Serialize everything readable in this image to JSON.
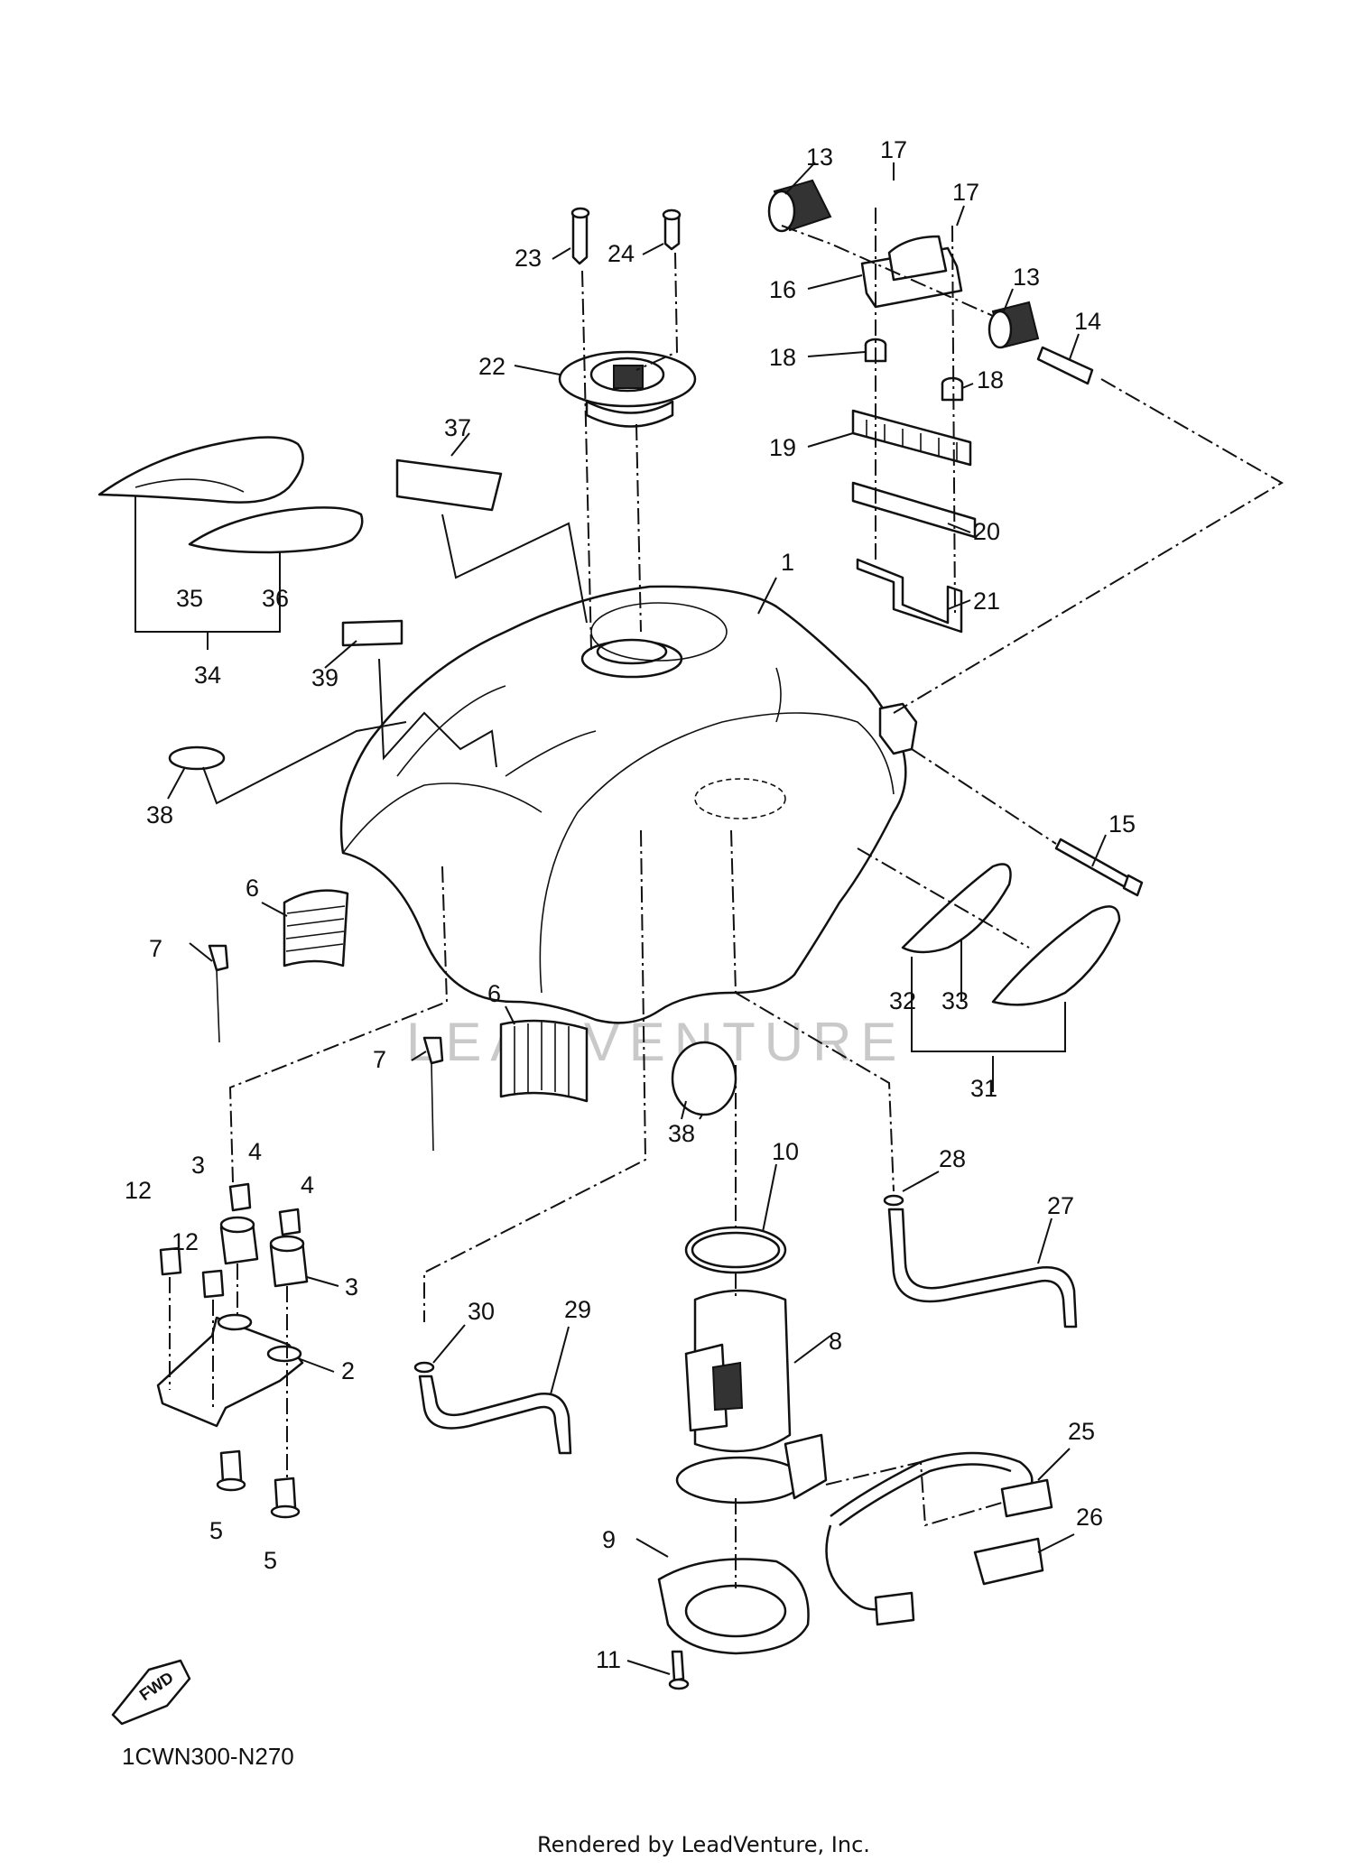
{
  "diagram": {
    "callouts": [
      "1",
      "2",
      "3",
      "3",
      "4",
      "4",
      "5",
      "5",
      "6",
      "6",
      "7",
      "7",
      "8",
      "9",
      "10",
      "11",
      "12",
      "12",
      "13",
      "13",
      "14",
      "15",
      "16",
      "17",
      "17",
      "18",
      "18",
      "19",
      "20",
      "21",
      "22",
      "23",
      "24",
      "25",
      "26",
      "27",
      "28",
      "29",
      "30",
      "31",
      "32",
      "33",
      "34",
      "35",
      "36",
      "37",
      "38",
      "38",
      "39"
    ],
    "fwd_label": "FWD",
    "diagram_code": "1CWN300-N270",
    "watermark": "LEADVENTURE",
    "credit": "Rendered by LeadVenture, Inc."
  }
}
